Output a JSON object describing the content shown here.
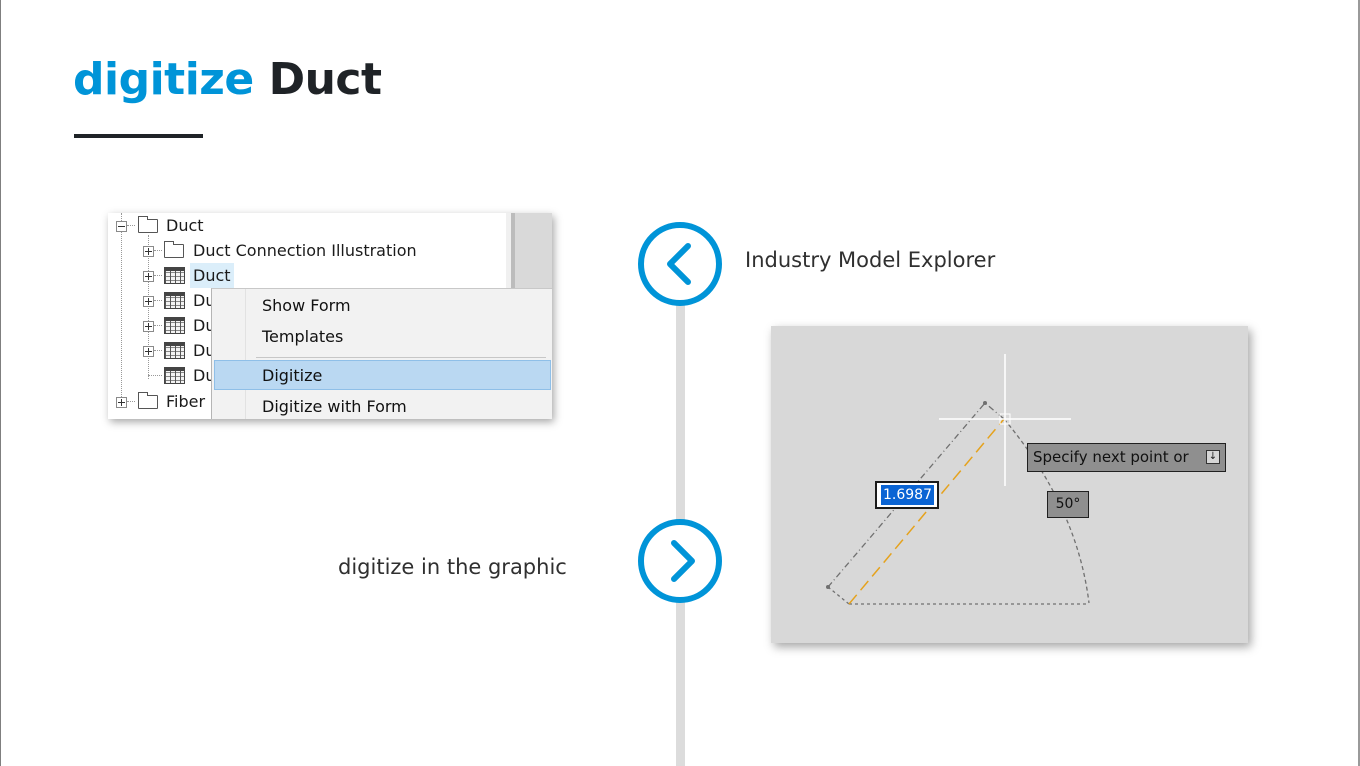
{
  "slide": {
    "title_highlight": "digitize",
    "title_rest": "Duct"
  },
  "tree": {
    "root": "Duct",
    "items": [
      {
        "label": "Duct Connection Illustration",
        "icon": "folder-icon"
      },
      {
        "label": "Duct",
        "icon": "table-icon",
        "selected": true
      },
      {
        "label": "Du",
        "icon": "table-icon"
      },
      {
        "label": "Du",
        "icon": "table-icon"
      },
      {
        "label": "Du",
        "icon": "table-icon"
      },
      {
        "label": "Du",
        "icon": "table-icon"
      }
    ],
    "last_root": "Fiber C"
  },
  "context_menu": {
    "items": [
      "Show Form",
      "Templates",
      "Digitize",
      "Digitize with Form"
    ],
    "highlighted": "Digitize"
  },
  "timeline": {
    "step1_label": "Industry Model Explorer",
    "step2_label": "digitize in the graphic"
  },
  "cad": {
    "prompt": "Specify next point or",
    "length_value": "1.6987",
    "angle_value": "50°"
  },
  "colors": {
    "accent": "#0094d8",
    "title_dark": "#1f2327",
    "menu_highlight": "#bad8f2",
    "cad_background": "#d8d8d8",
    "dimension_line": "#e5a21d"
  }
}
